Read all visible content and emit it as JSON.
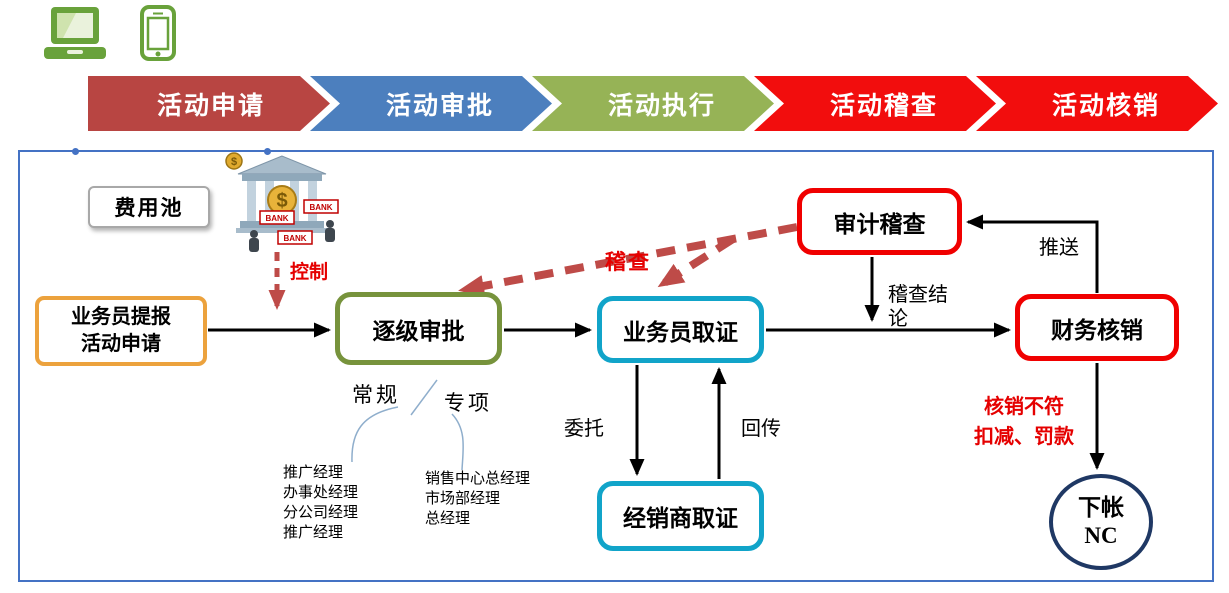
{
  "colors": {
    "stage_red_dark": "#B84542",
    "stage_blue": "#4C7FBE",
    "stage_green": "#96B356",
    "stage_red_bright": "#F20D0D",
    "container_border": "#4472C4",
    "submit_border": "#ECA23D",
    "approval_border": "#77933C",
    "evidence_border": "#11A4C9",
    "audit_border": "#F00000",
    "nc_border": "#1F3864",
    "dashed_arrow": "#BE4B48",
    "annotation_red": "#E50000",
    "device_icon_green": "#69A23B"
  },
  "header": {
    "stages": [
      {
        "label": "活动申请"
      },
      {
        "label": "活动审批"
      },
      {
        "label": "活动执行"
      },
      {
        "label": "活动稽查"
      },
      {
        "label": "活动核销"
      }
    ]
  },
  "flow": {
    "fee_pool": "费用池",
    "clipart": {
      "bank": "BANK",
      "dollar": "$"
    },
    "nodes": {
      "submit_line1": "业务员提报",
      "submit_line2": "活动申请",
      "approval": "逐级审批",
      "salesman_evidence": "业务员取证",
      "audit": "审计稽查",
      "finance": "财务核销",
      "dealer_evidence": "经销商取证",
      "nc_line1": "下帐",
      "nc_line2": "NC"
    },
    "edges": {
      "control": "控制",
      "inspect": "稽查",
      "push": "推送",
      "inspect_result_line1": "稽查结",
      "inspect_result_line2": "论",
      "entrust": "委托",
      "send_back": "回传",
      "mismatch_line1": "核销不符",
      "mismatch_line2": "扣减、罚款"
    },
    "groups": {
      "regular": "常规",
      "special": "专项",
      "regular_roles": [
        "推广经理",
        "办事处经理",
        "分公司经理",
        "推广经理"
      ],
      "special_roles": [
        "销售中心总经理",
        "市场部经理",
        "总经理"
      ]
    }
  }
}
